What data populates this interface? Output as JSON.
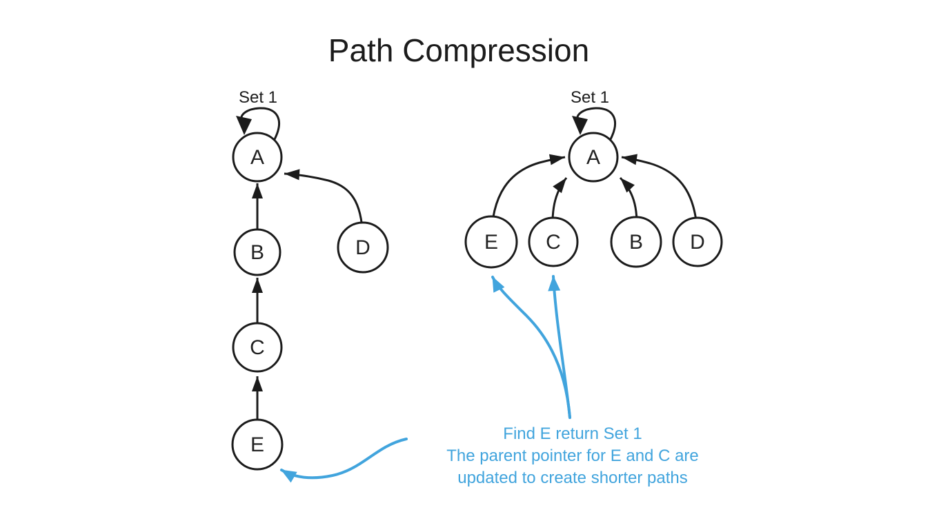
{
  "title": "Path Compression",
  "colors": {
    "ink": "#1b1b1b",
    "accent": "#41a4dd",
    "background": "#ffffff"
  },
  "left_diagram": {
    "set_label": "Set 1",
    "nodes": [
      {
        "id": "A",
        "label": "A",
        "parent": "A"
      },
      {
        "id": "B",
        "label": "B",
        "parent": "A"
      },
      {
        "id": "C",
        "label": "C",
        "parent": "B"
      },
      {
        "id": "D",
        "label": "D",
        "parent": "A"
      },
      {
        "id": "E",
        "label": "E",
        "parent": "C"
      }
    ]
  },
  "right_diagram": {
    "set_label": "Set 1",
    "nodes": [
      {
        "id": "A",
        "label": "A",
        "parent": "A"
      },
      {
        "id": "B",
        "label": "B",
        "parent": "A"
      },
      {
        "id": "C",
        "label": "C",
        "parent": "A"
      },
      {
        "id": "D",
        "label": "D",
        "parent": "A"
      },
      {
        "id": "E",
        "label": "E",
        "parent": "A"
      }
    ]
  },
  "annotation": {
    "lines": [
      "Find E return Set 1",
      "The parent pointer for E and C are",
      "updated to create shorter paths"
    ],
    "arrow_targets": [
      "E",
      "C"
    ]
  }
}
